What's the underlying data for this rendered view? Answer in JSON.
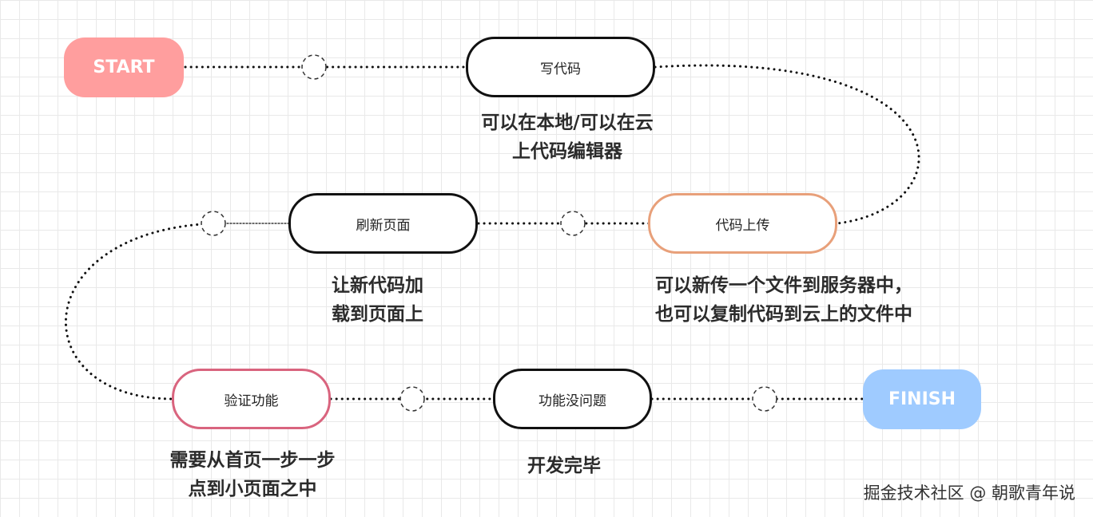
{
  "colors": {
    "start_fill": "#ff9e9e",
    "finish_fill": "#9fcbff",
    "upload_border": "#e8a07a",
    "verify_border": "#d9647e",
    "default_border": "#111111"
  },
  "terminals": {
    "start": "START",
    "finish": "FINISH"
  },
  "steps": {
    "write_code": "写代码",
    "upload_code": "代码上传",
    "refresh_page": "刷新页面",
    "verify_function": "验证功能",
    "function_ok": "功能没问题"
  },
  "captions": {
    "write_code": [
      "可以在本地/可以在云",
      "上代码编辑器"
    ],
    "upload_code": [
      "可以新传一个文件到服务器中，",
      "也可以复制代码到云上的文件中"
    ],
    "refresh_page": [
      "让新代码加",
      "载到页面上"
    ],
    "verify_function": [
      "需要从首页一步一步",
      "点到小页面之中"
    ],
    "function_ok": [
      "开发完毕"
    ]
  },
  "watermark": "掘金技术社区 @ 朝歌青年说"
}
